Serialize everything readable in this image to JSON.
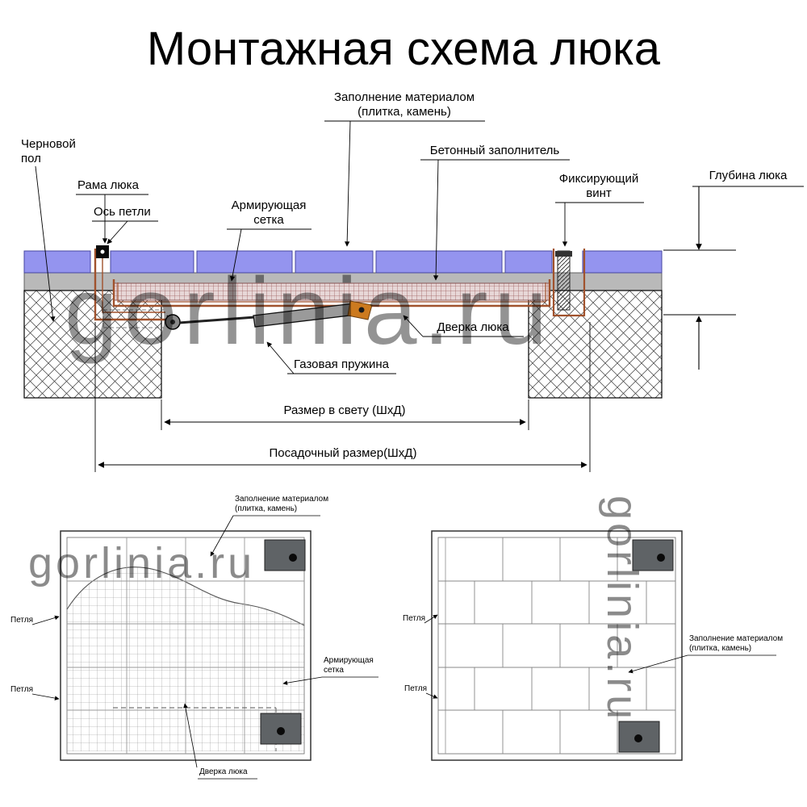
{
  "title": "Монтажная схема люка",
  "watermark": "gorlinia.ru",
  "colors": {
    "tile": "#9494ef",
    "screed": "#b9b9b9",
    "frame": "#a0522d",
    "tray_inner": "#d08a6a",
    "mesh_bg": "#e7d7d7",
    "bracket": "#cc7a1f",
    "hinge_plate": "#5f6366",
    "watermark": "#8f8f8f"
  },
  "section": {
    "rough_floor_1": "Черновой",
    "rough_floor_2": "пол",
    "frame": "Рама люка",
    "hinge_axis": "Ось петли",
    "mesh_1": "Армирующая",
    "mesh_2": "сетка",
    "fill_1": "Заполнение материалом",
    "fill_2": "(плитка, камень)",
    "concrete": "Бетонный заполнитель",
    "screw_1": "Фиксирующий",
    "screw_2": "винт",
    "depth": "Глубина люка",
    "door": "Дверка люка",
    "spring": "Газовая пружина",
    "clear_size": "Размер в свету (ШхД)",
    "mount_size": "Посадочный размер(ШхД)"
  },
  "plan_left": {
    "fill_1": "Заполнение материалом",
    "fill_2": "(плитка, камень)",
    "hinge_top": "Петля",
    "hinge_bottom": "Петля",
    "mesh_1": "Армирующая",
    "mesh_2": "сетка",
    "door": "Дверка люка"
  },
  "plan_right": {
    "hinge_top": "Петля",
    "hinge_bottom": "Петля",
    "fill_1": "Заполнение материалом",
    "fill_2": "(плитка, камень)"
  }
}
